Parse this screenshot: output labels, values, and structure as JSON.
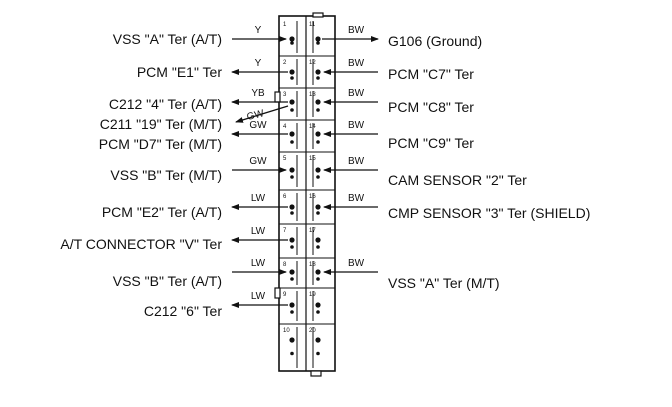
{
  "connector": {
    "pins_left": [
      {
        "no": "1",
        "wire": "Y",
        "dir": "in",
        "labels": [
          "VSS \"A\" Ter (A/T)"
        ]
      },
      {
        "no": "2",
        "wire": "Y",
        "dir": "out",
        "labels": [
          "PCM \"E1\" Ter"
        ]
      },
      {
        "no": "3",
        "wire": "YB",
        "wire2": "GW",
        "dir": "out",
        "labels": [
          "C212 \"4\" Ter (A/T)",
          "C211 \"19\" Ter (M/T)"
        ]
      },
      {
        "no": "4",
        "wire": "GW",
        "dir": "out",
        "labels": [
          "PCM \"D7\" Ter (M/T)"
        ]
      },
      {
        "no": "5",
        "wire": "GW",
        "dir": "in",
        "labels": [
          "VSS \"B\" Ter (M/T)"
        ]
      },
      {
        "no": "6",
        "wire": "LW",
        "dir": "out",
        "labels": [
          "PCM \"E2\" Ter (A/T)"
        ]
      },
      {
        "no": "7",
        "wire": "LW",
        "dir": "out",
        "labels": [
          "A/T CONNECTOR \"V\" Ter"
        ]
      },
      {
        "no": "8",
        "wire": "LW",
        "dir": "in",
        "labels": [
          "VSS \"B\" Ter (A/T)"
        ]
      },
      {
        "no": "9",
        "wire": "LW",
        "dir": "out",
        "labels": [
          "C212 \"6\" Ter"
        ]
      },
      {
        "no": "10",
        "wire": "",
        "dir": "none",
        "labels": []
      }
    ],
    "pins_right": [
      {
        "no": "11",
        "wire": "BW",
        "dir": "out",
        "labels": [
          "G106 (Ground)"
        ]
      },
      {
        "no": "12",
        "wire": "BW",
        "dir": "in",
        "labels": [
          "PCM \"C7\" Ter"
        ]
      },
      {
        "no": "13",
        "wire": "BW",
        "dir": "in",
        "labels": [
          "PCM \"C8\" Ter"
        ]
      },
      {
        "no": "14",
        "wire": "BW",
        "dir": "in",
        "labels": [
          "PCM \"C9\" Ter"
        ]
      },
      {
        "no": "15",
        "wire": "BW",
        "dir": "in",
        "labels": [
          "CAM SENSOR \"2\" Ter"
        ]
      },
      {
        "no": "16",
        "wire": "BW",
        "dir": "in",
        "labels": [
          "CMP SENSOR \"3\" Ter (SHIELD)"
        ]
      },
      {
        "no": "17",
        "wire": "",
        "dir": "none",
        "labels": []
      },
      {
        "no": "18",
        "wire": "BW",
        "dir": "in",
        "labels": [
          "VSS \"A\" Ter (M/T)"
        ]
      },
      {
        "no": "19",
        "wire": "",
        "dir": "none",
        "labels": []
      },
      {
        "no": "20",
        "wire": "",
        "dir": "none",
        "labels": []
      }
    ]
  }
}
